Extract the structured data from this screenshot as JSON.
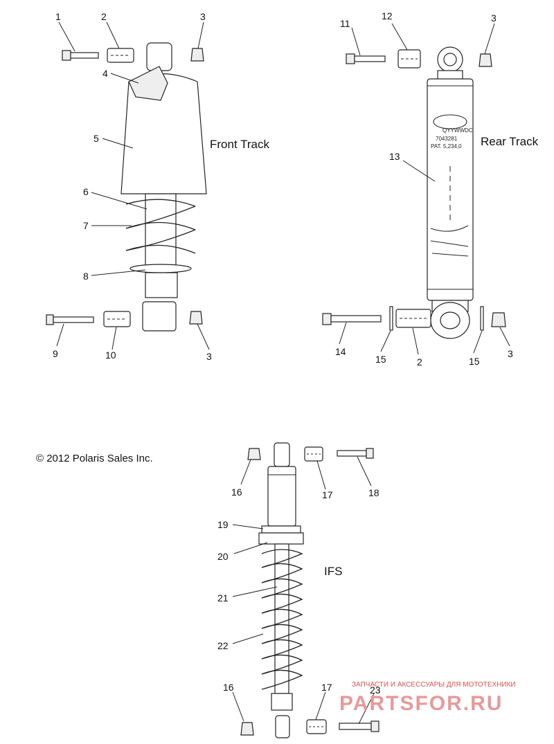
{
  "sections": {
    "front_track": "Front Track",
    "rear_track": "Rear Track",
    "ifs": "IFS"
  },
  "copyright": "© 2012 Polaris Sales Inc.",
  "shock_stamp": {
    "line1": "QYYWWDC",
    "line2": "7043281",
    "line3": "PAT. 5,234,0"
  },
  "watermark": {
    "tagline": "ЗАПЧАСТИ И АКСЕССУАРЫ ДЛЯ МОТОТЕХНИКИ",
    "brand": "PARTSFOR.RU"
  },
  "callouts": {
    "front": [
      "1",
      "2",
      "3",
      "4",
      "5",
      "6",
      "7",
      "8",
      "9",
      "10",
      "3"
    ],
    "rear": [
      "11",
      "12",
      "3",
      "13",
      "14",
      "15",
      "2",
      "15",
      "3"
    ],
    "ifs": [
      "16",
      "17",
      "18",
      "19",
      "20",
      "21",
      "22",
      "16",
      "17",
      "23"
    ]
  }
}
